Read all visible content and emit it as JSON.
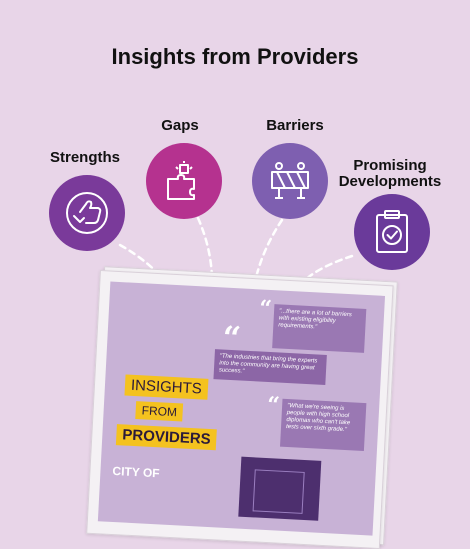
{
  "header": {
    "title": "Insights from Providers"
  },
  "categories": [
    {
      "label": "Strengths",
      "icon": "thumbs-up-icon",
      "color": "#7a3a9a"
    },
    {
      "label": "Gaps",
      "icon": "puzzle-icon",
      "color": "#b5328f"
    },
    {
      "label": "Barriers",
      "icon": "barrier-icon",
      "color": "#7e5fb0"
    },
    {
      "label": "Promising Developments",
      "label_line1": "Promising",
      "label_line2": "Developments",
      "icon": "clipboard-check-icon",
      "color": "#6a3a9a"
    }
  ],
  "document": {
    "tag_line1": "INSIGHTS",
    "tag_line2": "FROM",
    "tag_line3": "PROVIDERS",
    "city_text": "CITY OF",
    "quote1": "\"...there are a lot of barriers with existing eligibility requirements.\"",
    "quote2": "\"The industries that bring the experts into the community are having great success.\"",
    "quote3": "\"What we're seeing is people with high school diplomas who can't take tests over sixth grade.\""
  },
  "colors": {
    "background": "#e8d5e8",
    "accent_yellow": "#f4c21f",
    "doc_purple": "#c8b2d6"
  }
}
